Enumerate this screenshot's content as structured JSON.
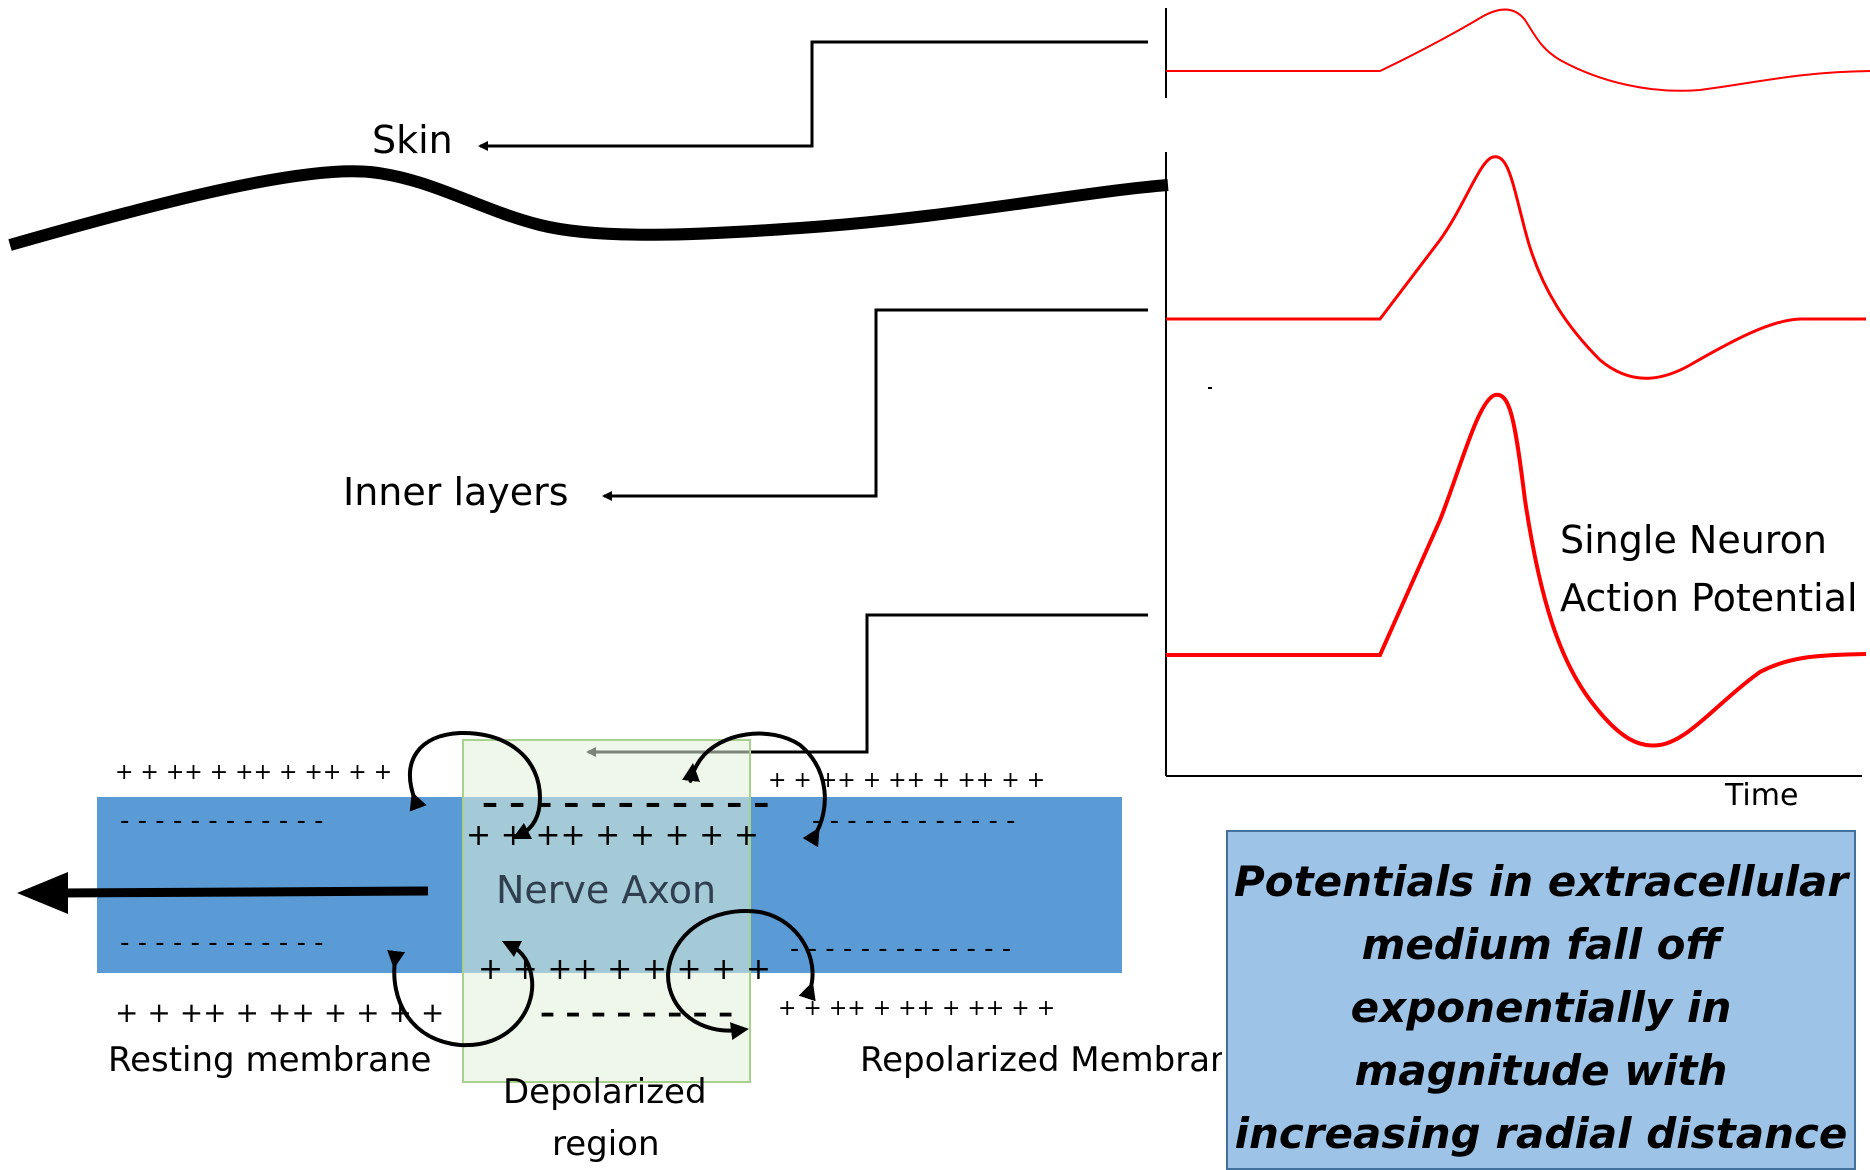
{
  "labels": {
    "skin": "Skin",
    "inner_layers": "Inner layers",
    "single_neuron_line1": "Single Neuron",
    "single_neuron_line2": "Action Potential",
    "time_axis": "Time",
    "nerve_axon": "Nerve Axon",
    "resting_membrane": "Resting membrane",
    "depolarized_line1": "Depolarized",
    "depolarized_line2": "region",
    "repolarized_membrane": "Repolarized Membrane"
  },
  "info_box": {
    "text": "Potentials in extracellular medium fall off exponentially in magnitude with increasing radial distance"
  },
  "charges": {
    "top_outer_left": "+ + ++ + ++ + ++ + +",
    "top_outer_right": "+ + ++ + ++ + ++ + +",
    "top_inner_depol": "+ + ++ + + + + +",
    "bottom_inner_depol": "+ + ++ + + + + +",
    "bottom_outer_left": "+ + ++ + ++ + + + +",
    "bottom_outer_right": "+ + ++ + ++ + ++ + +",
    "neg_top_left": "- - - - - - - - - - - -",
    "neg_top_right": "- - - - - - - - - - - -",
    "neg_bottom_left": "- - - - - - - - - - - -",
    "neg_bottom_right": "- - - - - - - - - - - - -",
    "neg_depol_top": "– – – – – – – – – – –",
    "neg_depol_bottom": "– – – – – – – –"
  },
  "colors": {
    "waveform": "#ff0000",
    "axon": "#5b9bd5",
    "depolarized_region": "#e2f0d9",
    "info_box": "#9dc3e6"
  }
}
